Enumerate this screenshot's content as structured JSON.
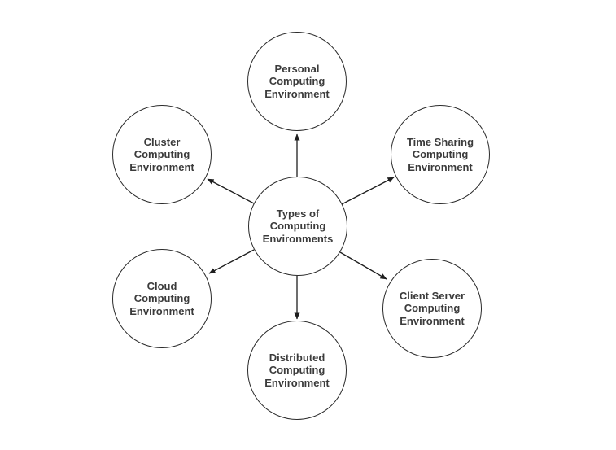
{
  "diagram": {
    "title": "Types of Computing Environments diagram",
    "background_color": "#ffffff",
    "stroke_color": "#2b2b2b",
    "text_color": "#3b3b3b",
    "center_node": {
      "id": "types-of-computing-environments",
      "label": "Types of Computing Environments"
    },
    "nodes": [
      {
        "id": "personal",
        "position": "top",
        "label": "Personal Computing Environment"
      },
      {
        "id": "cluster",
        "position": "upper-left",
        "label": "Cluster Computing Environment"
      },
      {
        "id": "time-sharing",
        "position": "upper-right",
        "label": "Time Sharing Computing Environment"
      },
      {
        "id": "cloud",
        "position": "lower-left",
        "label": "Cloud Computing Environment"
      },
      {
        "id": "client-server",
        "position": "lower-right",
        "label": "Client Server Computing Environment"
      },
      {
        "id": "distributed",
        "position": "bottom",
        "label": "Distributed Computing Environment"
      }
    ],
    "connections": [
      {
        "from": "center",
        "to": "personal"
      },
      {
        "from": "center",
        "to": "cluster"
      },
      {
        "from": "center",
        "to": "time-sharing"
      },
      {
        "from": "center",
        "to": "cloud"
      },
      {
        "from": "center",
        "to": "client-server"
      },
      {
        "from": "center",
        "to": "distributed"
      }
    ]
  }
}
